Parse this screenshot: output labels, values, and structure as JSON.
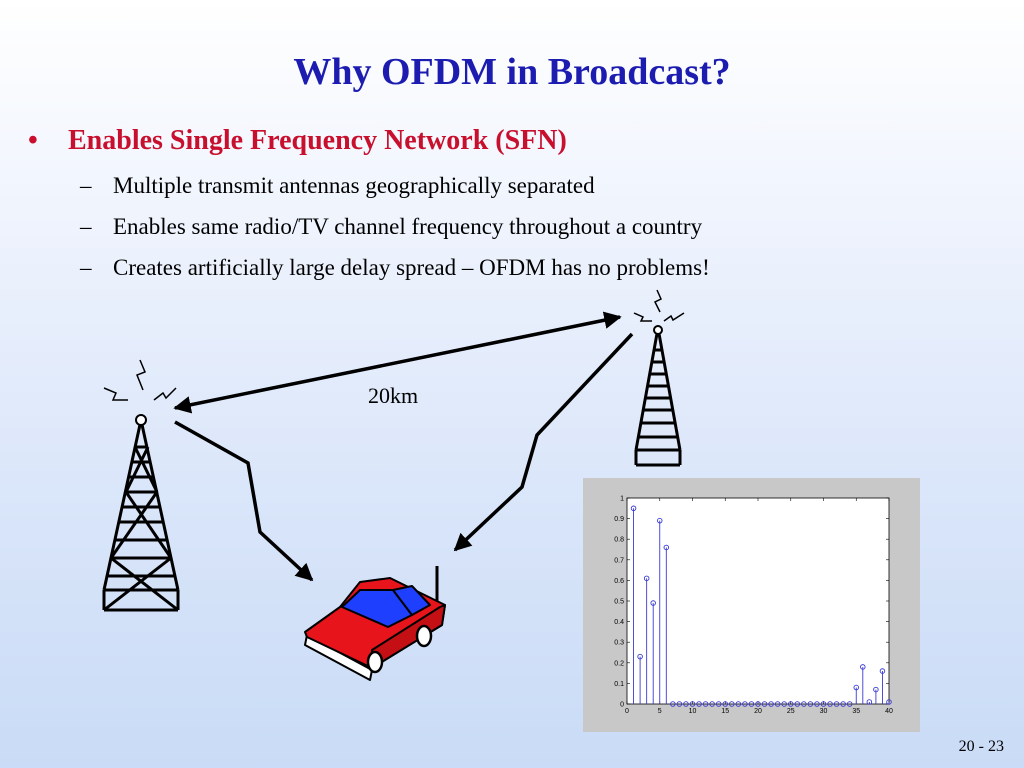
{
  "slide": {
    "title": "Why OFDM in Broadcast?",
    "bullet_marker": "•",
    "bullet": "Enables Single Frequency Network (SFN)",
    "sub_marker": "–",
    "sub_bullets": [
      "Multiple transmit antennas geographically separated",
      "Enables same radio/TV channel frequency throughout a country",
      "Creates artificially large delay spread – OFDM has no problems!"
    ],
    "distance_label": "20km",
    "page_number": "20 - 23"
  },
  "colors": {
    "title": "#1c1cb0",
    "bullet": "#c8102e",
    "car_body": "#e8141b",
    "car_window": "#1f3fff",
    "stem": "#3a3ad6"
  },
  "chart_data": {
    "type": "stem",
    "xlim": [
      0,
      40
    ],
    "ylim": [
      0,
      1
    ],
    "x_ticks": [
      "0",
      "5",
      "10",
      "15",
      "20",
      "25",
      "30",
      "35",
      "40"
    ],
    "y_ticks": [
      "0",
      "0.1",
      "0.2",
      "0.3",
      "0.4",
      "0.5",
      "0.6",
      "0.7",
      "0.8",
      "0.9",
      "1"
    ],
    "x": [
      1,
      2,
      3,
      4,
      5,
      6,
      7,
      8,
      9,
      10,
      11,
      12,
      13,
      14,
      15,
      16,
      17,
      18,
      19,
      20,
      21,
      22,
      23,
      24,
      25,
      26,
      27,
      28,
      29,
      30,
      31,
      32,
      33,
      34,
      35,
      36,
      37,
      38,
      39,
      40
    ],
    "values": [
      0.95,
      0.23,
      0.61,
      0.49,
      0.89,
      0.76,
      0,
      0,
      0,
      0,
      0,
      0,
      0,
      0,
      0,
      0,
      0,
      0,
      0,
      0,
      0,
      0,
      0,
      0,
      0,
      0,
      0,
      0,
      0,
      0,
      0,
      0,
      0,
      0,
      0.08,
      0.18,
      0.01,
      0.07,
      0.16,
      0.01
    ],
    "grid": false
  }
}
